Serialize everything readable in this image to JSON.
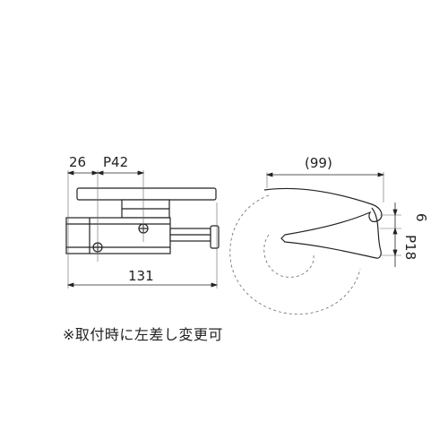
{
  "dimensions": {
    "left_offset": "26",
    "pitch_top": "P42",
    "overall_length": "131",
    "roll_width": "(99)",
    "gap": "6",
    "pitch_side": "P18"
  },
  "note": "※取付時に左差し変更可"
}
